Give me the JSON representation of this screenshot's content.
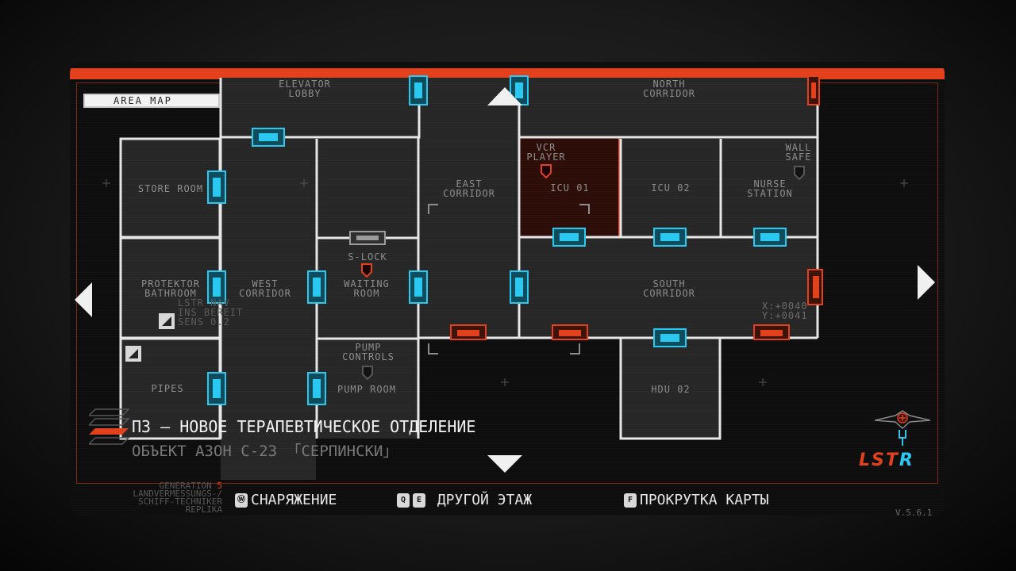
{
  "header": {
    "area_map_label": "AREA MAP"
  },
  "rooms": {
    "elevator_lobby": "ELEVATOR\nLOBBY",
    "north_corridor": "NORTH\nCORRIDOR",
    "store_room": "STORE ROOM",
    "east_corridor": "EAST\nCORRIDOR",
    "icu01": "ICU 01",
    "vcr_player": "VCR\nPLAYER",
    "icu02": "ICU 02",
    "wall_safe": "WALL\nSAFE",
    "nurse_station": "NURSE\nSTATION",
    "protektor_bathroom": "PROTEKTOR\nBATHROOM",
    "west_corridor": "WEST\nCORRIDOR",
    "s_lock": "S-LOCK",
    "waiting_room": "WAITING\nROOM",
    "south_corridor": "SOUTH\nCORRIDOR",
    "pipes": "PIPES",
    "pump_controls": "PUMP\nCONTROLS",
    "pump_room": "PUMP ROOM",
    "hdu02": "HDU 02"
  },
  "map_overlay": {
    "lstr_nav": "LSTR NAV\nINS BEREIT\nSENS 0.2",
    "coords": "X:+0040\nY:+0041"
  },
  "floor": {
    "title": "ПЗ — НОВОЕ ТЕРАПЕВТИЧЕСКОЕ ОТДЕЛЕНИЕ",
    "subtitle": "ОБЪЕКТ АЗОН С-23 「СЕРПИНСКИ」"
  },
  "brand": {
    "lstr_l": "LST",
    "lstr_r": "R"
  },
  "footer": {
    "generation_label": "GENERATION",
    "generation_num": "5",
    "gen_line2": "LANDVERMESSUNGS-/",
    "gen_line3": "SCHIFF-TECHNIKER",
    "gen_line4": "REPLIKA",
    "hint1_key": "Ⓦ",
    "hint1": "СНАРЯЖЕНИЕ",
    "hint2_key_a": "Q",
    "hint2_key_b": "E",
    "hint2": "ДРУГОЙ ЭТАЖ",
    "hint3_key": "F",
    "hint3": "ПРОКРУТКА КАРТЫ",
    "version": "V.5.6.1"
  },
  "colors": {
    "accent": "#e1401a",
    "door_open": "#29c8f0",
    "door_locked": "#e1401a",
    "wall": "#e6e6e6"
  },
  "icons": [
    "arrow-up-icon",
    "arrow-down-icon",
    "arrow-left-icon",
    "arrow-right-icon",
    "shield-marker-icon",
    "save-icon",
    "floor-stack-icon",
    "lstr-emblem-icon"
  ]
}
